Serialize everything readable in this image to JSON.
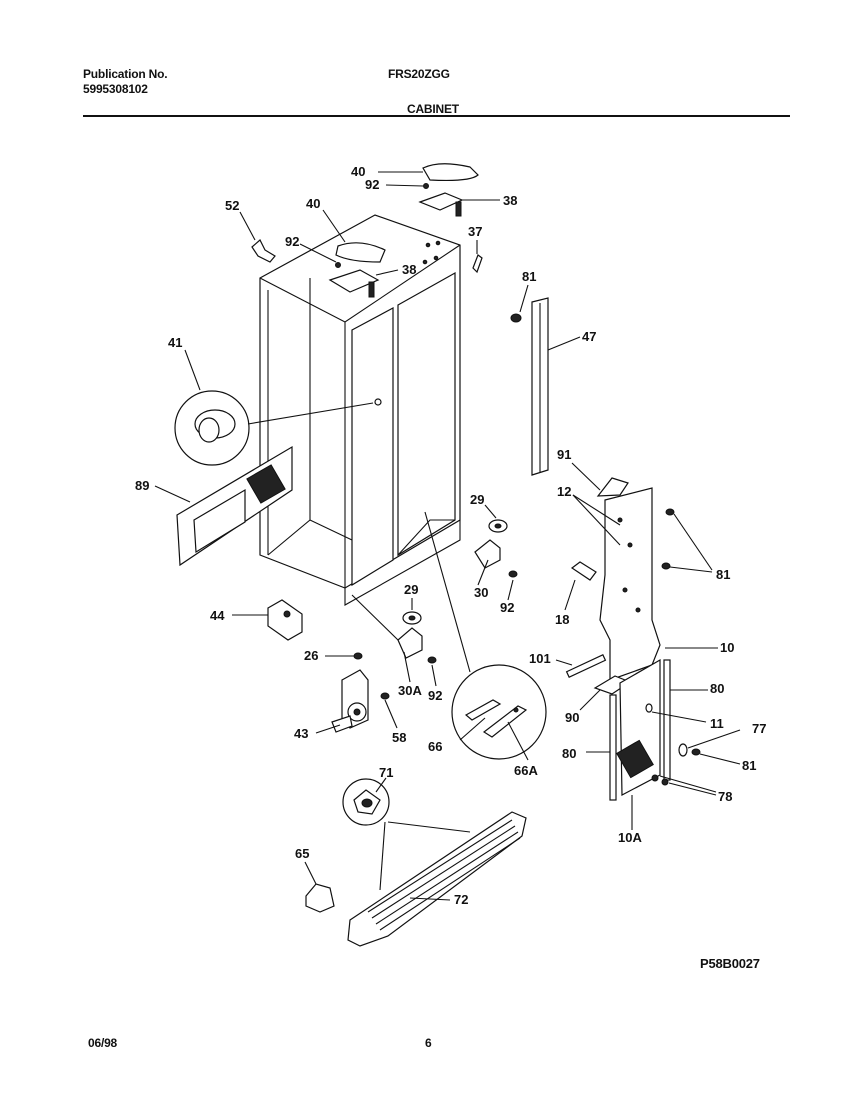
{
  "header": {
    "publication_label": "Publication No.",
    "publication_number": "5995308102",
    "model": "FRS20ZGG",
    "section": "CABINET"
  },
  "footer": {
    "date": "06/98",
    "page": "6",
    "drawing_id": "P58B0027"
  },
  "callouts": {
    "c40a": "40",
    "c92a": "92",
    "c38a": "38",
    "c52": "52",
    "c40b": "40",
    "c92b": "92",
    "c38b": "38",
    "c37": "37",
    "c81a": "81",
    "c47": "47",
    "c41": "41",
    "c89": "89",
    "c91": "91",
    "c12": "12",
    "c81b": "81",
    "c29a": "29",
    "c30": "30",
    "c92c": "92",
    "c18": "18",
    "c10": "10",
    "c44": "44",
    "c29b": "29",
    "c26": "26",
    "c30A": "30A",
    "c92d": "92",
    "c101": "101",
    "c90": "90",
    "c80a": "80",
    "c11": "11",
    "c77": "77",
    "c43": "43",
    "c58": "58",
    "c66": "66",
    "c66A": "66A",
    "c80b": "80",
    "c81c": "81",
    "c78": "78",
    "c10A": "10A",
    "c71": "71",
    "c65": "65",
    "c72": "72"
  }
}
